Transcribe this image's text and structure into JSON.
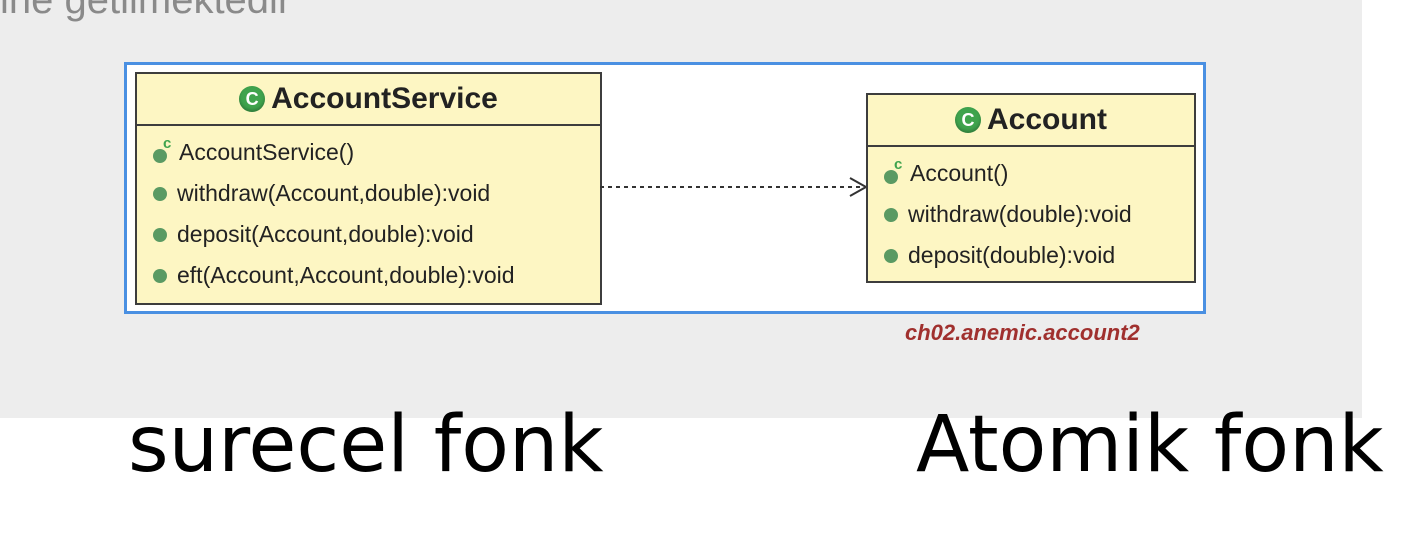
{
  "top_text": "ine getiimektedir",
  "package_label": "ch02.anemic.account2",
  "classes": {
    "service": {
      "name": "AccountService",
      "members": {
        "ctor": "AccountService()",
        "m1": "withdraw(Account,double):void",
        "m2": "deposit(Account,double):void",
        "m3": "eft(Account,Account,double):void"
      }
    },
    "account": {
      "name": "Account",
      "members": {
        "ctor": "Account()",
        "m1": "withdraw(double):void",
        "m2": "deposit(double):void"
      }
    }
  },
  "captions": {
    "left": "surecel fonk",
    "right": "Atomik fonk"
  },
  "icons": {
    "class": "class-icon",
    "constructor": "constructor-icon",
    "method": "method-dot-icon"
  },
  "colors": {
    "frame": "#4a90e2",
    "class_fill": "#fdf6c3",
    "package_label": "#a0302e",
    "icon_green": "#3fa34d"
  }
}
